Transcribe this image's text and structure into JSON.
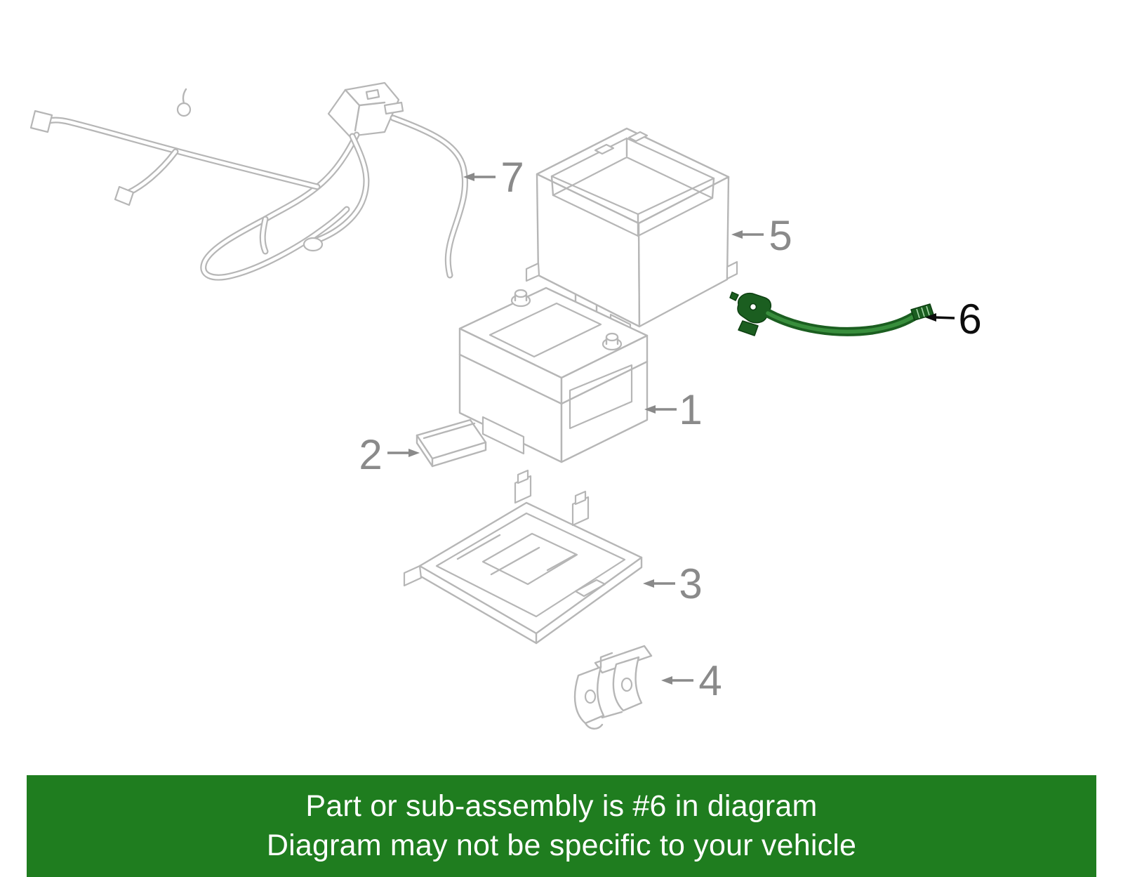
{
  "diagram": {
    "highlighted_part": "6",
    "callouts": [
      {
        "number": "1"
      },
      {
        "number": "2"
      },
      {
        "number": "3"
      },
      {
        "number": "4"
      },
      {
        "number": "5"
      },
      {
        "number": "6"
      },
      {
        "number": "7"
      }
    ],
    "parts": [
      {
        "number": "1",
        "name": "battery"
      },
      {
        "number": "2",
        "name": "pad"
      },
      {
        "number": "3",
        "name": "battery-tray"
      },
      {
        "number": "4",
        "name": "bracket"
      },
      {
        "number": "5",
        "name": "battery-box-cover"
      },
      {
        "number": "6",
        "name": "battery-cable-highlighted"
      },
      {
        "number": "7",
        "name": "wiring-harness"
      }
    ]
  },
  "banner": {
    "line1": "Part or sub-assembly is #6 in diagram",
    "line2": "Diagram may not be specific to your vehicle"
  },
  "colors": {
    "highlight_dark": "#1b5e20",
    "highlight_mid": "#388e3c",
    "banner_green": "#1f7d1f",
    "diagram_line_gray": "#b6b6b6",
    "callout_gray": "#8a8a8a",
    "callout_highlight": "#0d0d0d"
  }
}
